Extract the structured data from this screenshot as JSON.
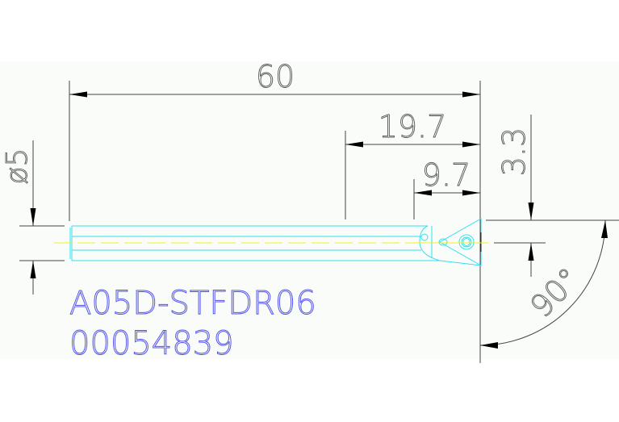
{
  "drawing": {
    "type": "technical-drawing",
    "subject": "boring bar tool holder",
    "colors": {
      "background": "#fafcfa",
      "page": "#ffffff",
      "dimension_lines": "#444444",
      "tool_outline": "#33e0f0",
      "centerline": "#f0f020",
      "label_text": "#5555ee"
    },
    "dimensions": {
      "overall_length": "60",
      "length_a": "19.7",
      "length_b": "9.7",
      "offset_height": "3.3",
      "diameter": "ø5",
      "angle": "90°"
    },
    "labels": {
      "part_number": "A05D-STFDR06",
      "order_number": "00054839"
    }
  }
}
